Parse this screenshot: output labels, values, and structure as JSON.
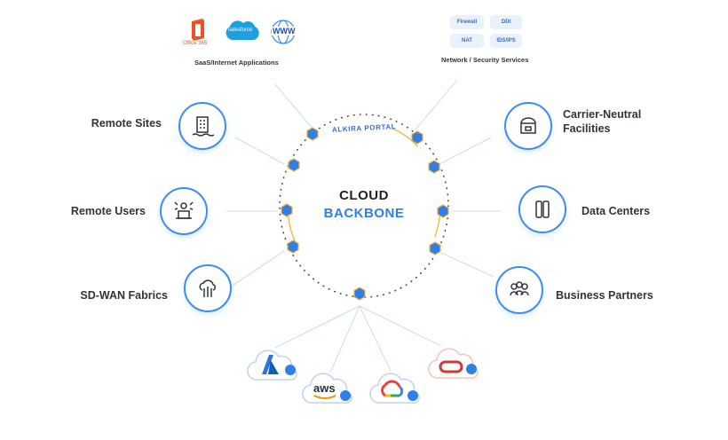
{
  "center": {
    "line1": "CLOUD",
    "line2": "BACKBONE",
    "portal": "ALKIRA PORTAL"
  },
  "left_nodes": [
    {
      "label": "Remote Sites",
      "icon": "building-icon"
    },
    {
      "label": "Remote Users",
      "icon": "user-laptop-icon"
    },
    {
      "label": "SD-WAN Fabrics",
      "icon": "cloud-network-icon"
    }
  ],
  "right_nodes": [
    {
      "label": "Carrier-Neutral Facilities",
      "line1": "Carrier-Neutral",
      "line2": "Facilities",
      "icon": "storefront-icon"
    },
    {
      "label": "Data Centers",
      "icon": "server-rack-icon"
    },
    {
      "label": "Business Partners",
      "icon": "people-group-icon"
    }
  ],
  "saas": {
    "caption": "SaaS/Internet Applications",
    "logos": [
      {
        "name": "office365-logo",
        "text": "Office 365"
      },
      {
        "name": "salesforce-logo",
        "text": "salesforce"
      },
      {
        "name": "www-logo",
        "text": "WWW"
      }
    ]
  },
  "services": {
    "caption": "Network / Security Services",
    "items": [
      "Firewall",
      "DDI",
      "NAT",
      "IDS/IPS"
    ]
  },
  "clouds": [
    {
      "name": "azure-cloud",
      "text": "A"
    },
    {
      "name": "aws-cloud",
      "text": "aws"
    },
    {
      "name": "google-cloud",
      "text": ""
    },
    {
      "name": "oracle-cloud",
      "text": ""
    }
  ],
  "colors": {
    "accent": "#3c8df0",
    "ring": "#f0b030",
    "text": "#30343c"
  }
}
